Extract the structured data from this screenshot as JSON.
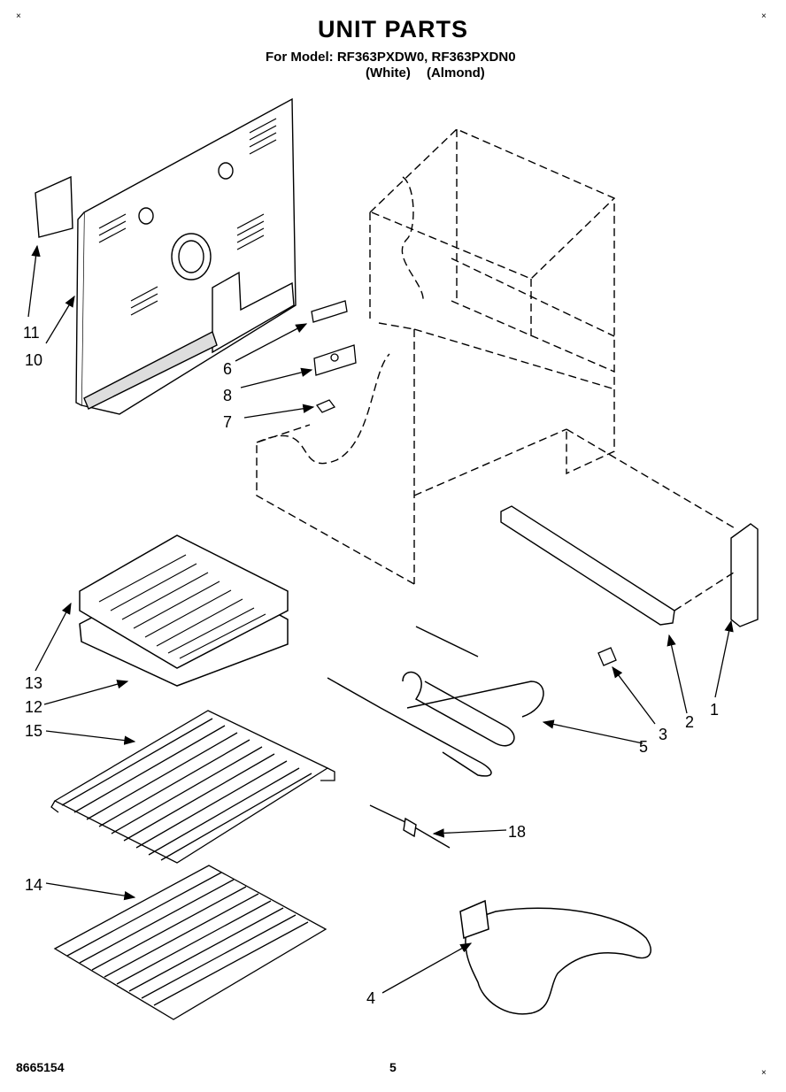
{
  "header": {
    "title": "UNIT PARTS",
    "model_line": "For Model: RF363PXDW0, RF363PXDN0",
    "variants_line": "(White) (Almond)"
  },
  "corners": {
    "mark": "×"
  },
  "callouts": [
    {
      "id": "1",
      "text": "1"
    },
    {
      "id": "2",
      "text": "2"
    },
    {
      "id": "3",
      "text": "3"
    },
    {
      "id": "4",
      "text": "4"
    },
    {
      "id": "5",
      "text": "5"
    },
    {
      "id": "6",
      "text": "6"
    },
    {
      "id": "7",
      "text": "7"
    },
    {
      "id": "8",
      "text": "8"
    },
    {
      "id": "10",
      "text": "10"
    },
    {
      "id": "11",
      "text": "11"
    },
    {
      "id": "12",
      "text": "12"
    },
    {
      "id": "13",
      "text": "13"
    },
    {
      "id": "14",
      "text": "14"
    },
    {
      "id": "15",
      "text": "15"
    },
    {
      "id": "18",
      "text": "18"
    }
  ],
  "footer": {
    "doc_number": "8665154",
    "page_number": "5"
  }
}
